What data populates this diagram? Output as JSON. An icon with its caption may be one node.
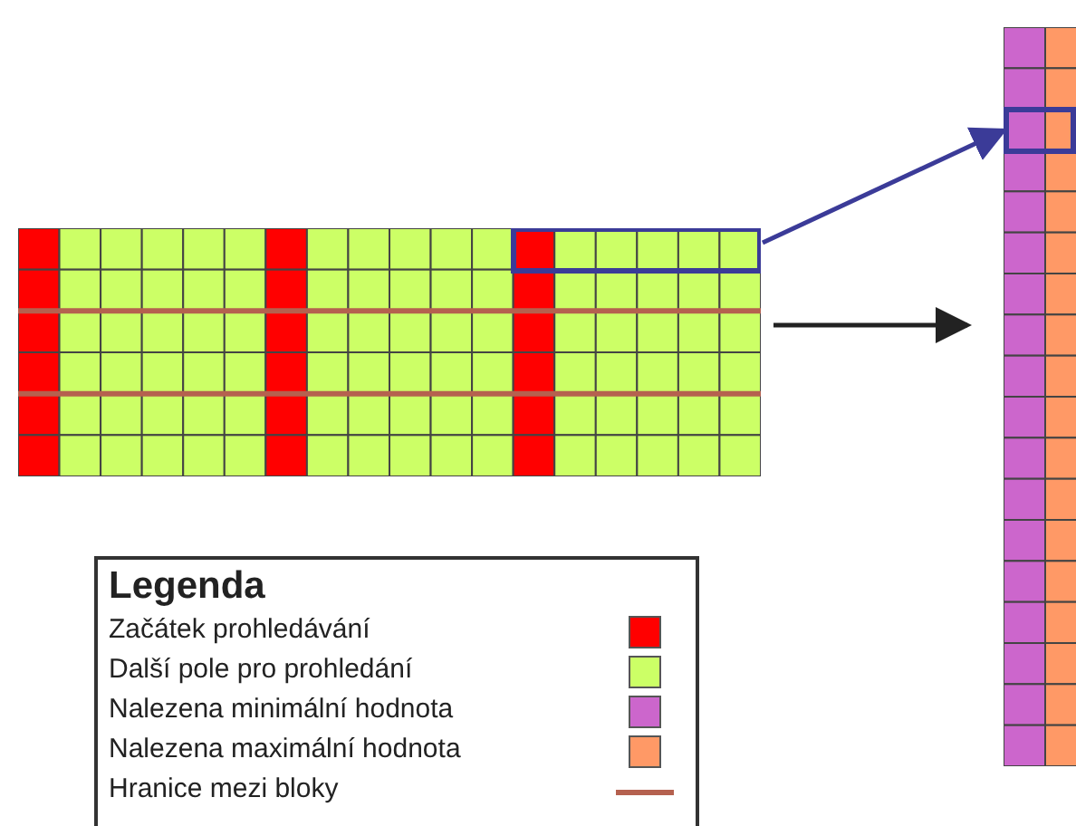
{
  "diagram": {
    "nodes": [
      {
        "text": [],
        "shape": "picture"
      },
      {
        "text": [],
        "shape": "box",
        "in": 0
      },
      {
        "text": [],
        "shape": "picture"
      },
      {
        "text": [],
        "shape": "box",
        "in": 2
      }
    ],
    "edges": [
      {
        "from": 1,
        "to": 3,
        "arrow": "to",
        "color": "#3b3b98"
      },
      {
        "from": 0,
        "to": 2,
        "arrow": "to",
        "color": "#222222"
      }
    ],
    "labels": [
      "Legenda"
    ],
    "legend": [
      {
        "text": "Začátek prohledávání",
        "color": "#ff0000"
      },
      {
        "text": "Další pole pro prohledání",
        "color": "#ccff66"
      },
      {
        "text": "Nalezena minimální hodnota",
        "color": "#cc66cc"
      },
      {
        "text": "Nalezena maximální hodnota",
        "color": "#ff9966"
      },
      {
        "text": "Hranice mezi bloky"
      }
    ]
  }
}
